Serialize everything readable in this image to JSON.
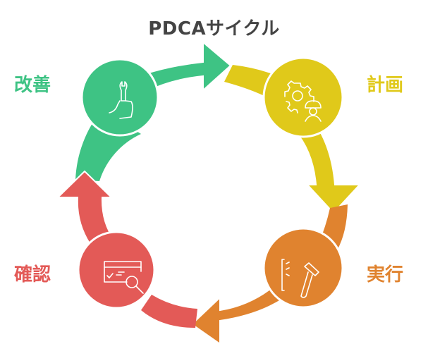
{
  "title": "PDCAサイクル",
  "stages": [
    {
      "key": "plan",
      "label": "計画",
      "icon": "gear-worker-icon",
      "color": "#E0C91A"
    },
    {
      "key": "do",
      "label": "実行",
      "icon": "hammer-icon",
      "color": "#E0832F"
    },
    {
      "key": "check",
      "label": "確認",
      "icon": "inspect-window-icon",
      "color": "#E35A57"
    },
    {
      "key": "act",
      "label": "改善",
      "icon": "wrench-thumbs-up-icon",
      "color": "#3EC384"
    }
  ],
  "flow": [
    "plan",
    "do",
    "check",
    "act",
    "plan"
  ]
}
